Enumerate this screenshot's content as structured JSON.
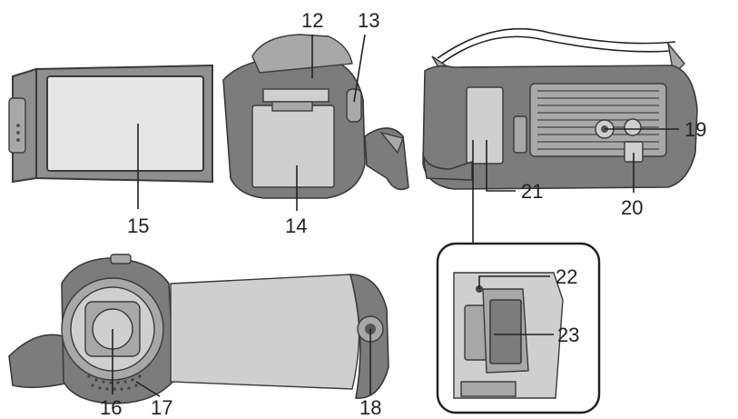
{
  "callouts": {
    "c12": "12",
    "c13": "13",
    "c14": "14",
    "c15": "15",
    "c16": "16",
    "c17": "17",
    "c18": "18",
    "c19": "19",
    "c20": "20",
    "c21": "21",
    "c22": "22",
    "c23": "23"
  },
  "colors": {
    "body_dark": "#7c7c7c",
    "body_mid": "#a8a8a8",
    "body_light": "#cfcfcf",
    "screen": "#e6e6e6",
    "leader": "#222222"
  }
}
